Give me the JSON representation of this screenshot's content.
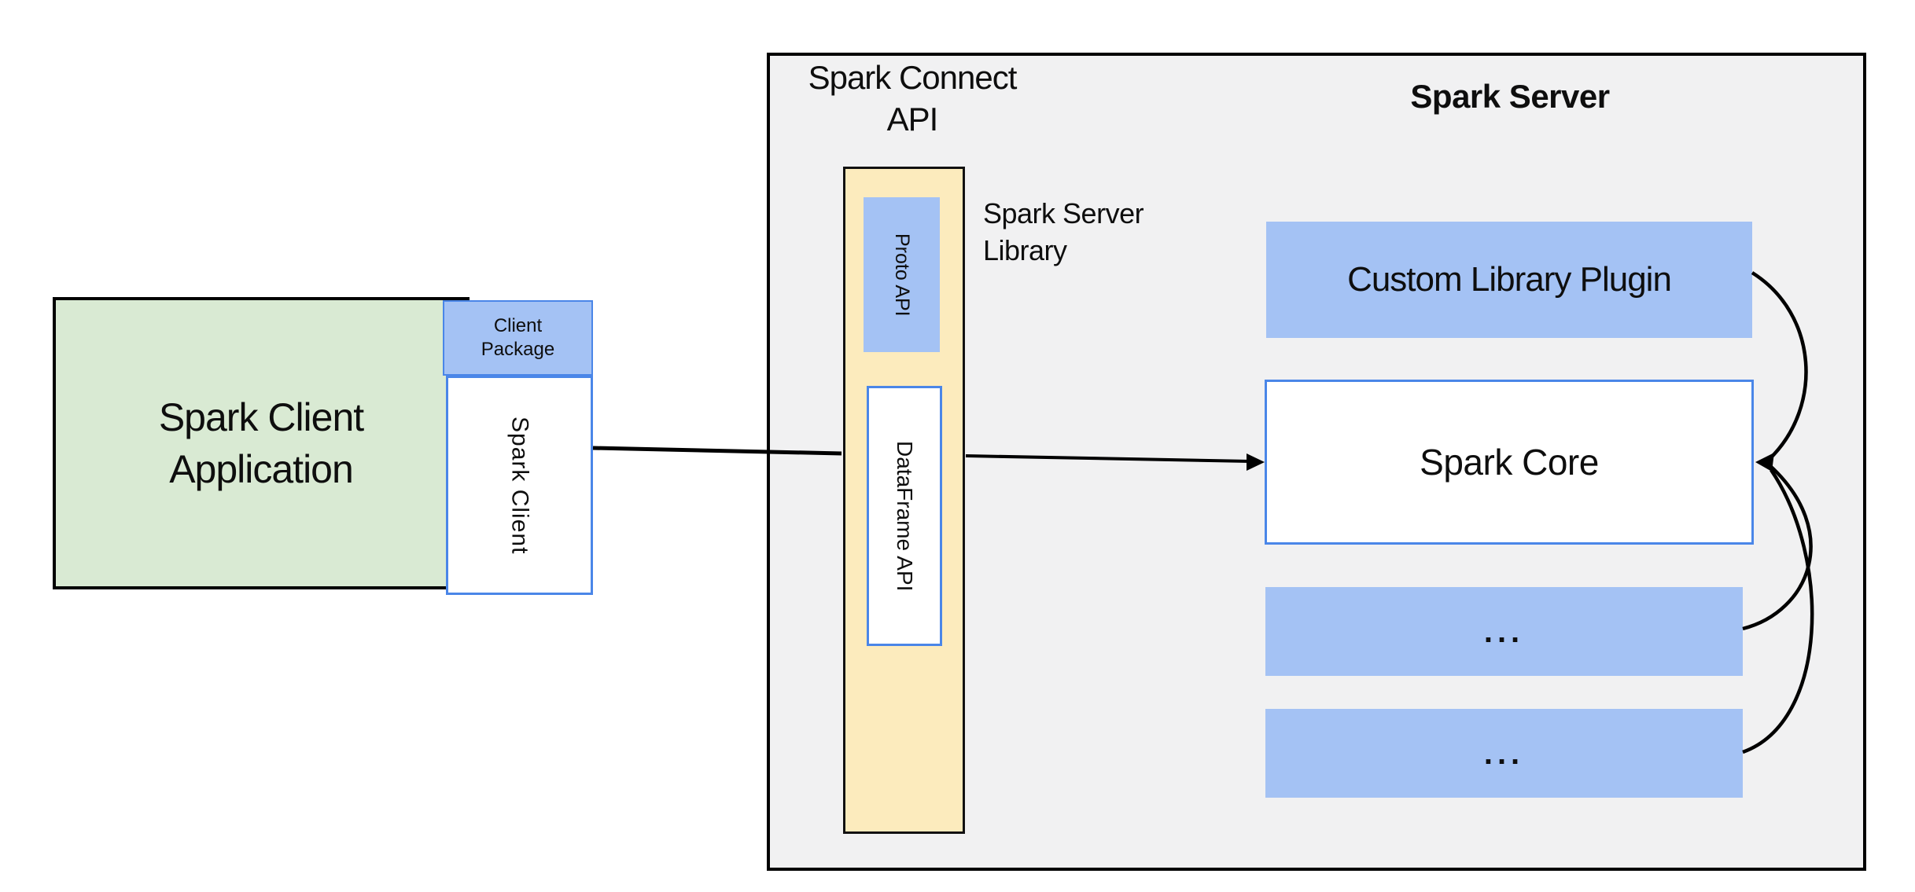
{
  "client": {
    "app_label": "Spark Client\nApplication",
    "package_label": "Client\nPackage",
    "client_label": "Spark Client"
  },
  "connect": {
    "title": "Spark Connect\nAPI",
    "proto_label": "Proto API",
    "dataframe_label": "DataFrame API",
    "library_label": "Spark Server\nLibrary"
  },
  "server": {
    "title": "Spark Server",
    "plugin_label": "Custom Library Plugin",
    "core_label": "Spark Core",
    "ellipsis_1": "...",
    "ellipsis_2": "..."
  },
  "colors": {
    "panel_gray": "#f1f1f2",
    "box_green": "#d9ead3",
    "box_blue": "#a4c2f4",
    "box_yellow": "#fcebbd",
    "border_blue": "#4a86e8",
    "arrow_black": "#000000"
  }
}
